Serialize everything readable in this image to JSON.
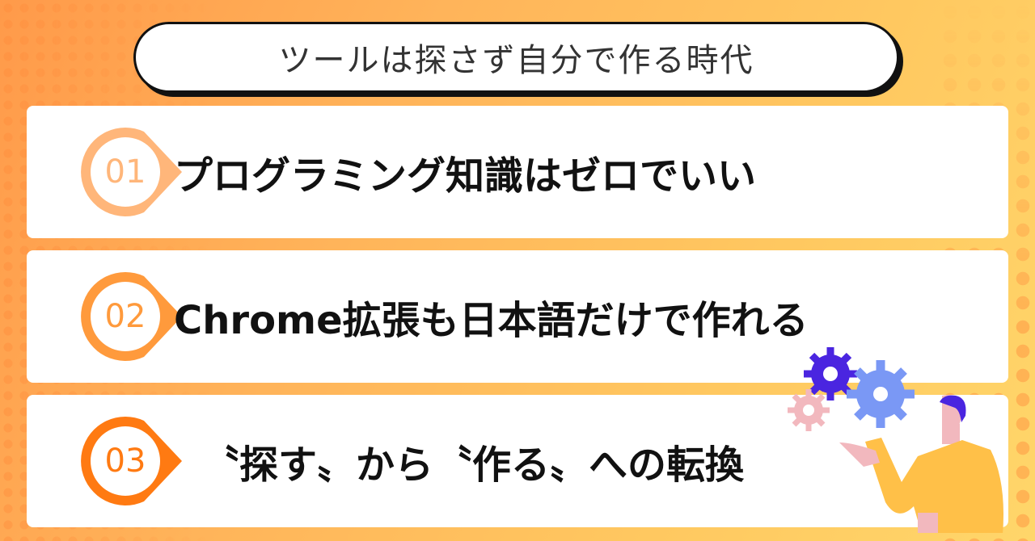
{
  "title": "ツールは探さず自分で作る時代",
  "items": [
    {
      "number": "01",
      "text": "プログラミング知識はゼロでいい",
      "color": "#FFB67A"
    },
    {
      "number": "02",
      "text": "Chrome拡張も日本語だけで作れる",
      "color": "#FF9A3C"
    },
    {
      "number": "03",
      "text": "〝探す〟から〝作る〟への転換",
      "color": "#FF7A12"
    }
  ]
}
